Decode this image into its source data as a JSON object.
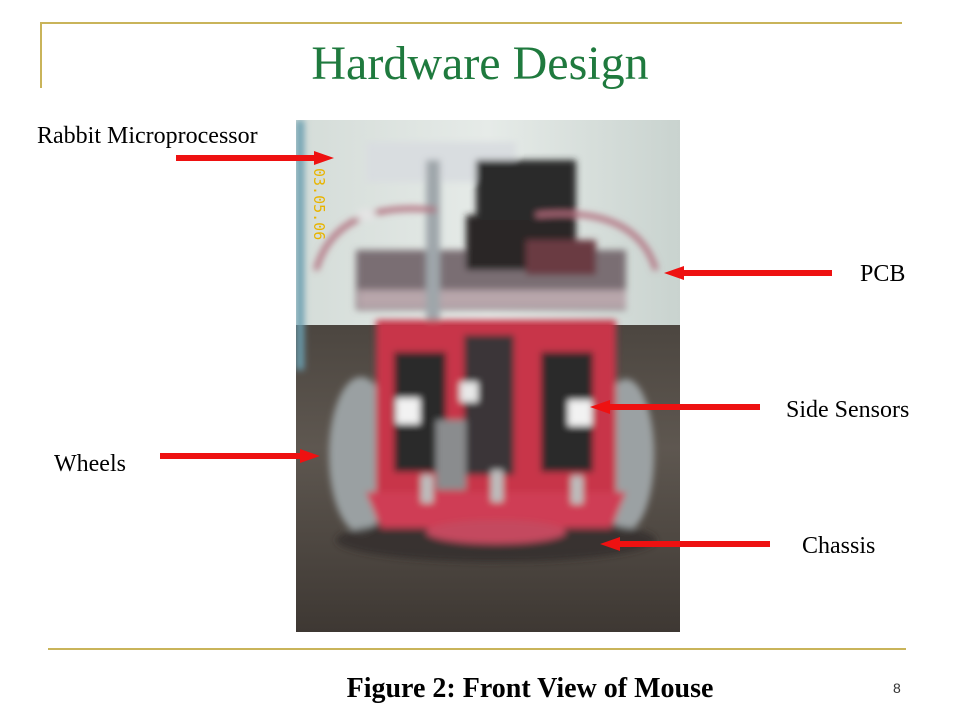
{
  "slide": {
    "title": "Hardware Design",
    "page_number": "8",
    "caption": "Figure 2: Front View of Mouse"
  },
  "photo": {
    "timestamp_overlay": "03.05.06"
  },
  "labels": {
    "rabbit": "Rabbit Microprocessor",
    "pcb": "PCB",
    "side_sensors": "Side Sensors",
    "wheels": "Wheels",
    "chassis": "Chassis"
  },
  "colors": {
    "title": "#1f7a3e",
    "rule": "#c9b45a",
    "arrow": "#ee1111",
    "chassis": "#c8344a"
  }
}
